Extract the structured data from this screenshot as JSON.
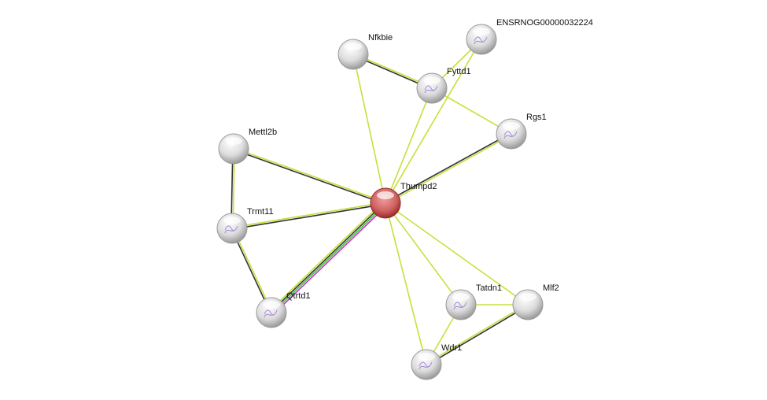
{
  "network": {
    "center": "Thumpd2",
    "nodes": [
      {
        "id": "Thumpd2",
        "label": "Thumpd2",
        "color": "#c84848",
        "structure": false
      },
      {
        "id": "Nfkbie",
        "label": "Nfkbie",
        "color": "#e0e0e0",
        "structure": false
      },
      {
        "id": "ENSRNOG",
        "label": "ENSRNOG00000032224",
        "color": "#e0e0e0",
        "structure": true
      },
      {
        "id": "Fyttd1",
        "label": "Fyttd1",
        "color": "#e0e0e0",
        "structure": true
      },
      {
        "id": "Rgs1",
        "label": "Rgs1",
        "color": "#e0e0e0",
        "structure": true
      },
      {
        "id": "Mettl2b",
        "label": "Mettl2b",
        "color": "#e0e0e0",
        "structure": false
      },
      {
        "id": "Trmt11",
        "label": "Trmt11",
        "color": "#e0e0e0",
        "structure": true
      },
      {
        "id": "Qtrtd1",
        "label": "Qtrtd1",
        "color": "#e0e0e0",
        "structure": true
      },
      {
        "id": "Tatdn1",
        "label": "Tatdn1",
        "color": "#e0e0e0",
        "structure": true
      },
      {
        "id": "Mlf2",
        "label": "Mlf2",
        "color": "#e0e0e0",
        "structure": false
      },
      {
        "id": "Wdr1",
        "label": "Wdr1",
        "color": "#e0e0e0",
        "structure": true
      }
    ],
    "edge_colors": {
      "textmining": "#c7e03a",
      "coexpression": "#333333",
      "experiments": "#cc33cc",
      "database": "#33cc33"
    },
    "edges": [
      {
        "a": "Nfkbie",
        "b": "Fyttd1",
        "types": [
          "textmining",
          "coexpression"
        ]
      },
      {
        "a": "Nfkbie",
        "b": "Thumpd2",
        "types": [
          "textmining"
        ]
      },
      {
        "a": "ENSRNOG",
        "b": "Fyttd1",
        "types": [
          "textmining"
        ]
      },
      {
        "a": "ENSRNOG",
        "b": "Thumpd2",
        "types": [
          "textmining"
        ]
      },
      {
        "a": "Fyttd1",
        "b": "Thumpd2",
        "types": [
          "textmining"
        ]
      },
      {
        "a": "Fyttd1",
        "b": "Rgs1",
        "types": [
          "textmining"
        ]
      },
      {
        "a": "Rgs1",
        "b": "Thumpd2",
        "types": [
          "textmining",
          "coexpression"
        ]
      },
      {
        "a": "Mettl2b",
        "b": "Thumpd2",
        "types": [
          "textmining",
          "coexpression"
        ]
      },
      {
        "a": "Mettl2b",
        "b": "Trmt11",
        "types": [
          "textmining",
          "coexpression"
        ]
      },
      {
        "a": "Trmt11",
        "b": "Thumpd2",
        "types": [
          "textmining",
          "coexpression"
        ]
      },
      {
        "a": "Trmt11",
        "b": "Qtrtd1",
        "types": [
          "textmining",
          "coexpression"
        ]
      },
      {
        "a": "Qtrtd1",
        "b": "Thumpd2",
        "types": [
          "textmining",
          "coexpression",
          "database",
          "experiments"
        ]
      },
      {
        "a": "Thumpd2",
        "b": "Tatdn1",
        "types": [
          "textmining"
        ]
      },
      {
        "a": "Thumpd2",
        "b": "Mlf2",
        "types": [
          "textmining"
        ]
      },
      {
        "a": "Thumpd2",
        "b": "Wdr1",
        "types": [
          "textmining"
        ]
      },
      {
        "a": "Tatdn1",
        "b": "Mlf2",
        "types": [
          "textmining"
        ]
      },
      {
        "a": "Tatdn1",
        "b": "Wdr1",
        "types": [
          "textmining"
        ]
      },
      {
        "a": "Wdr1",
        "b": "Mlf2",
        "types": [
          "textmining",
          "coexpression"
        ]
      }
    ]
  }
}
